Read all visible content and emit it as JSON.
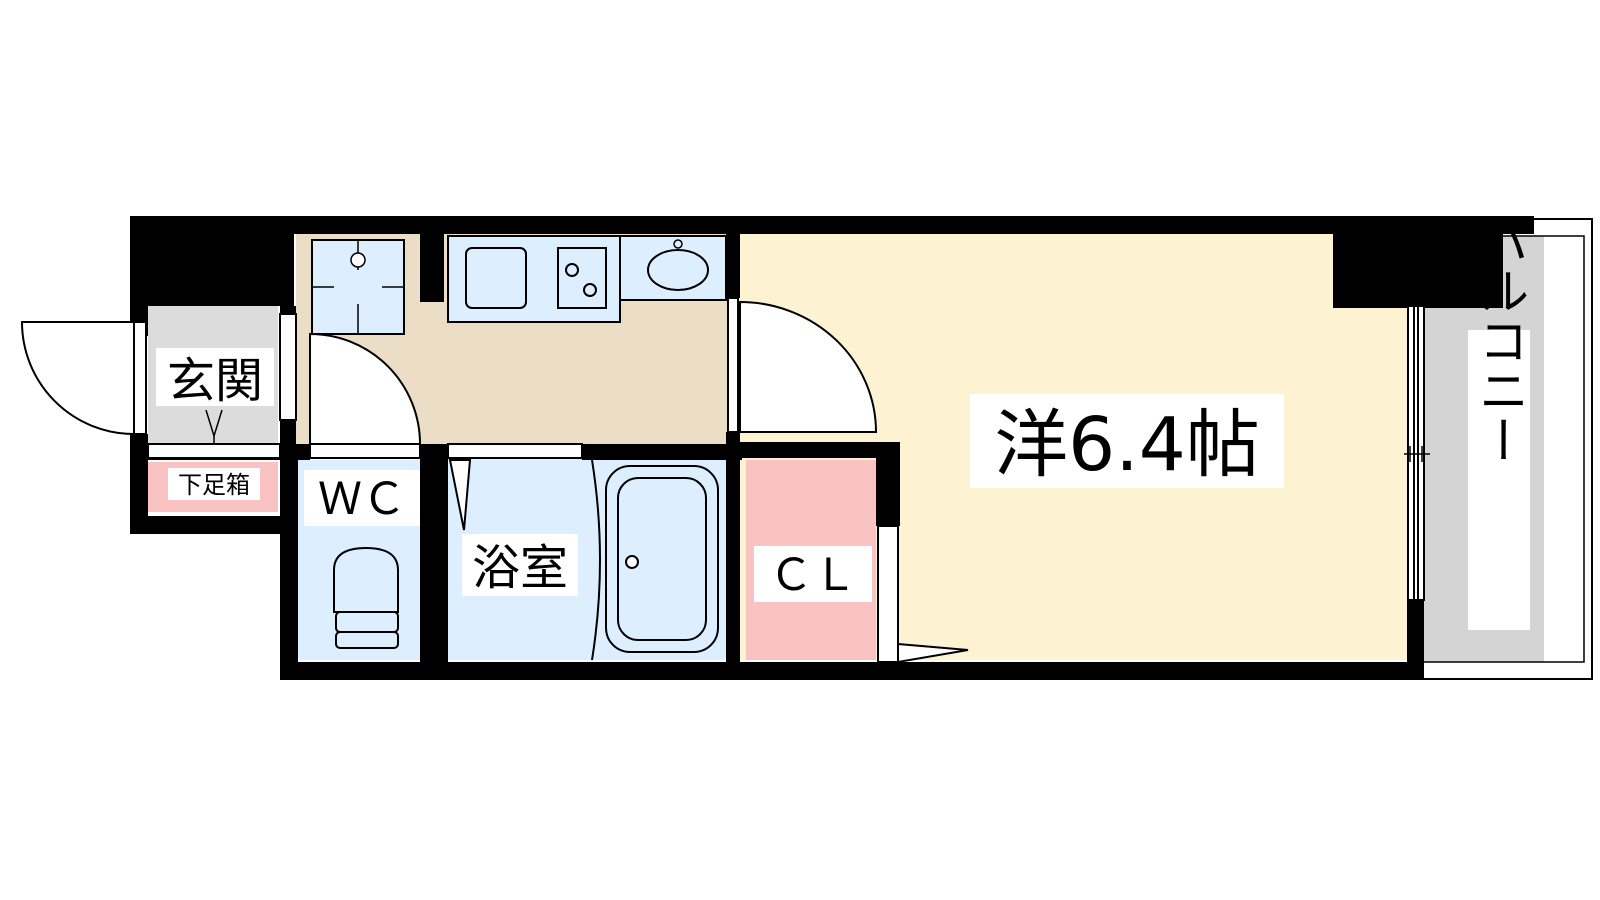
{
  "rooms": {
    "western": {
      "label": "洋6.4帖",
      "color": "#fdf3d3"
    },
    "kitchen": {
      "color": "#ecdec6"
    },
    "entrance": {
      "label": "玄関",
      "color": "#dcdcdc"
    },
    "shoe_box": {
      "label": "下足箱",
      "color": "#f9c3c3"
    },
    "wc": {
      "label": "ＷＣ",
      "color": "#ddeeff"
    },
    "bath": {
      "label": "浴室",
      "color": "#ddeeff"
    },
    "closet": {
      "label": "ＣＬ",
      "color": "#f9c3c3"
    },
    "balcony": {
      "label": "バルコニー",
      "color": "#d4d4d4"
    }
  },
  "colors": {
    "wall": "#000000",
    "fixture": "#ddeeff",
    "background": "#ffffff"
  }
}
